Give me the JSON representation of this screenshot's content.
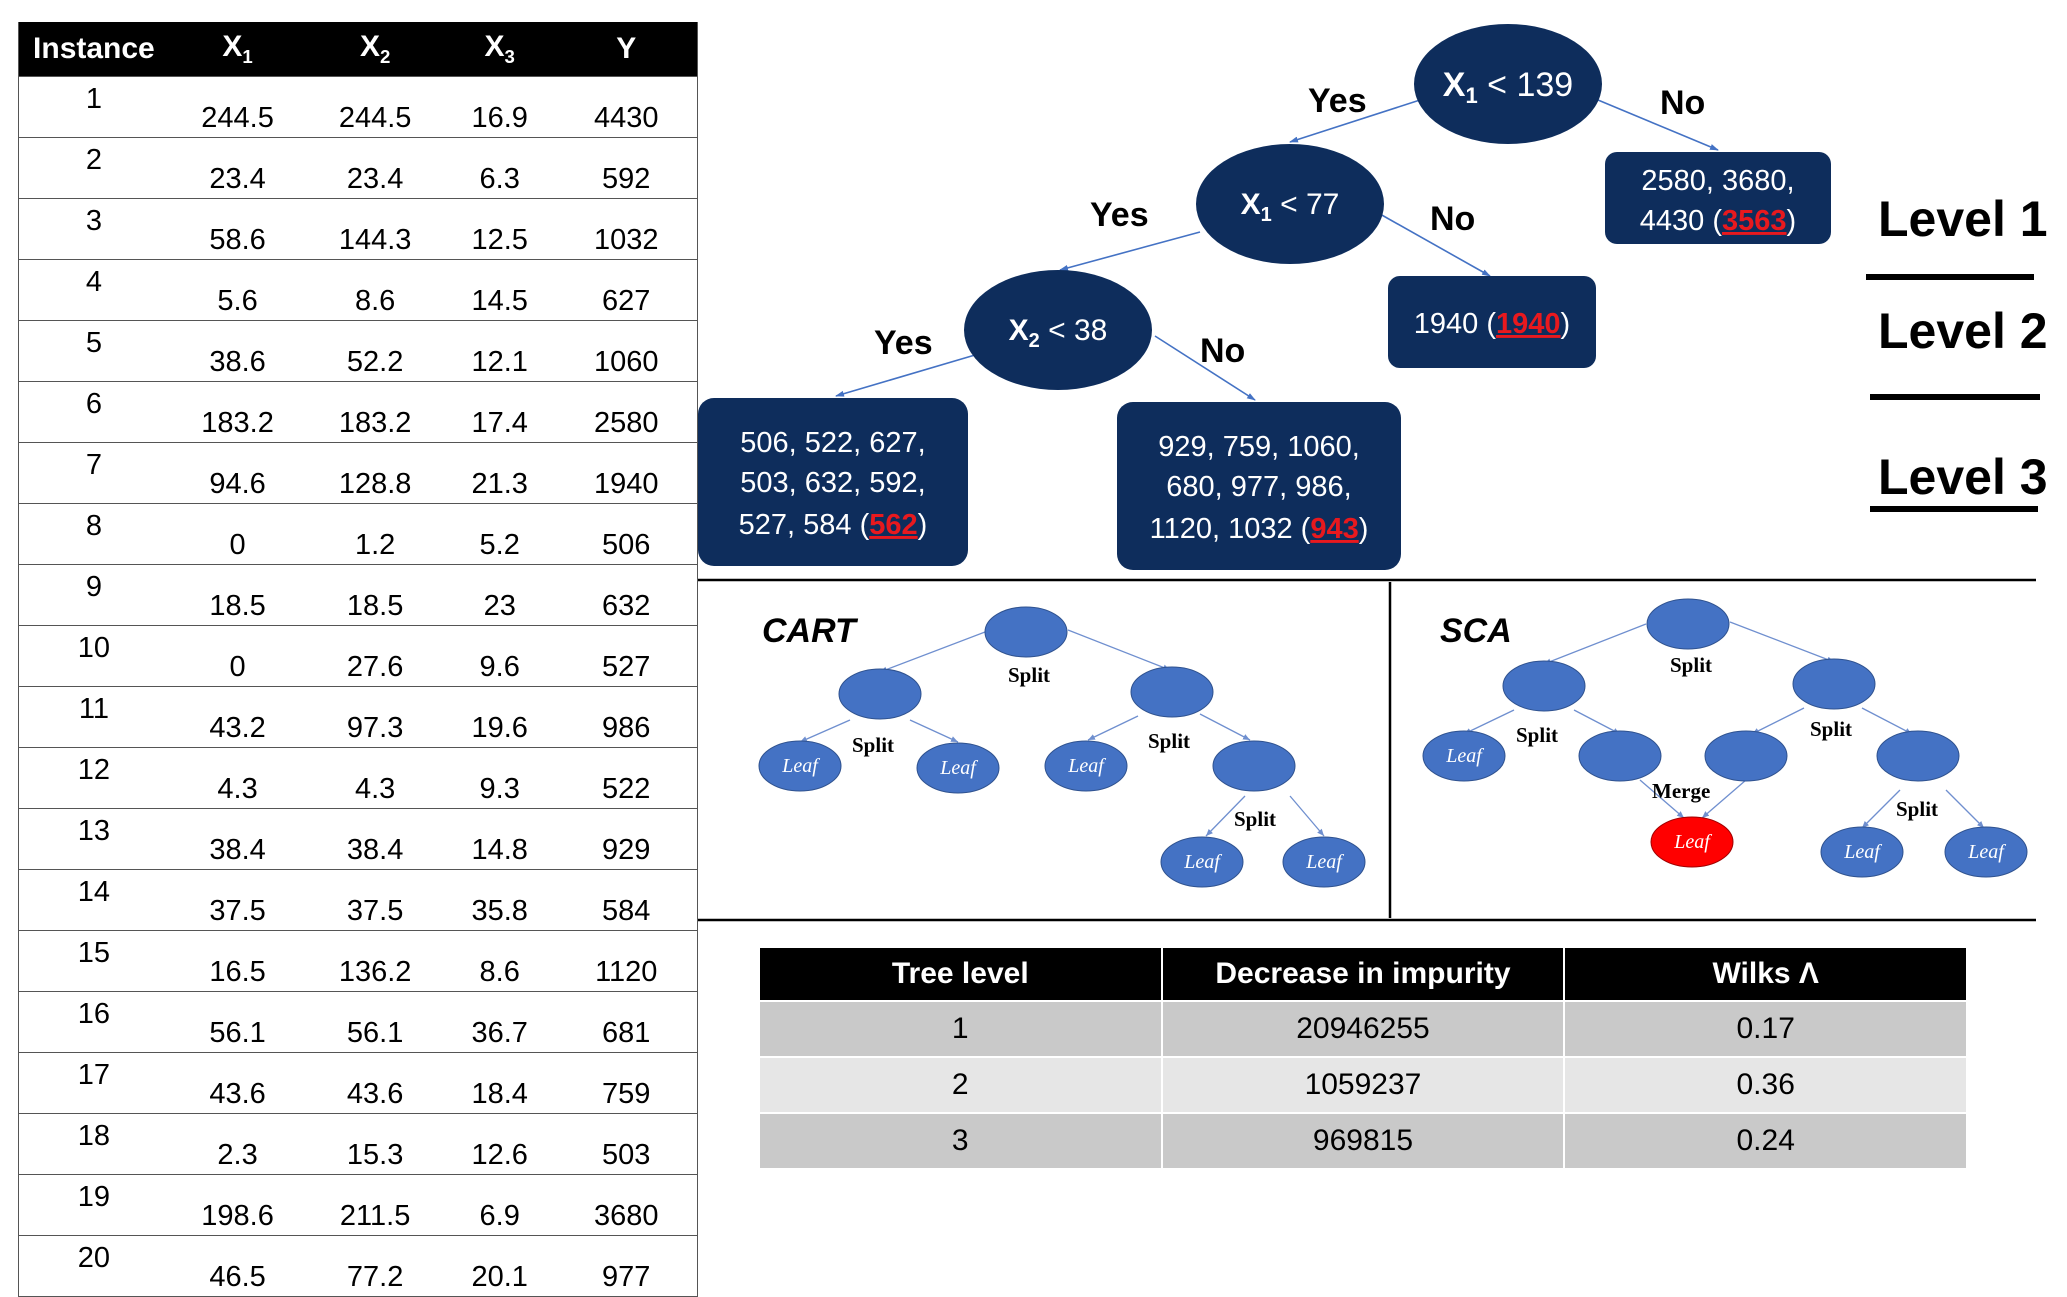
{
  "instance_table": {
    "headers": [
      "Instance",
      "X",
      "X",
      "X",
      "Y"
    ],
    "header_subs": [
      "",
      "1",
      "2",
      "3",
      ""
    ],
    "rows": [
      [
        "1",
        "244.5",
        "244.5",
        "16.9",
        "4430"
      ],
      [
        "2",
        "23.4",
        "23.4",
        "6.3",
        "592"
      ],
      [
        "3",
        "58.6",
        "144.3",
        "12.5",
        "1032"
      ],
      [
        "4",
        "5.6",
        "8.6",
        "14.5",
        "627"
      ],
      [
        "5",
        "38.6",
        "52.2",
        "12.1",
        "1060"
      ],
      [
        "6",
        "183.2",
        "183.2",
        "17.4",
        "2580"
      ],
      [
        "7",
        "94.6",
        "128.8",
        "21.3",
        "1940"
      ],
      [
        "8",
        "0",
        "1.2",
        "5.2",
        "506"
      ],
      [
        "9",
        "18.5",
        "18.5",
        "23",
        "632"
      ],
      [
        "10",
        "0",
        "27.6",
        "9.6",
        "527"
      ],
      [
        "11",
        "43.2",
        "97.3",
        "19.6",
        "986"
      ],
      [
        "12",
        "4.3",
        "4.3",
        "9.3",
        "522"
      ],
      [
        "13",
        "38.4",
        "38.4",
        "14.8",
        "929"
      ],
      [
        "14",
        "37.5",
        "37.5",
        "35.8",
        "584"
      ],
      [
        "15",
        "16.5",
        "136.2",
        "8.6",
        "1120"
      ],
      [
        "16",
        "56.1",
        "56.1",
        "36.7",
        "681"
      ],
      [
        "17",
        "43.6",
        "43.6",
        "18.4",
        "759"
      ],
      [
        "18",
        "2.3",
        "15.3",
        "12.6",
        "503"
      ],
      [
        "19",
        "198.6",
        "211.5",
        "6.9",
        "3680"
      ],
      [
        "20",
        "46.5",
        "77.2",
        "20.1",
        "977"
      ]
    ]
  },
  "tree": {
    "nodes": {
      "root": {
        "var": "X",
        "sub": "1",
        "cond": " < 139"
      },
      "n2": {
        "var": "X",
        "sub": "1",
        "cond": " < 77"
      },
      "n3": {
        "var": "X",
        "sub": "2",
        "cond": " < 38"
      }
    },
    "edge_labels": {
      "yes": "Yes",
      "no": "No"
    },
    "leaves": {
      "l1": {
        "lines": [
          "2580, 3680,",
          "4430 ("
        ],
        "mean": "3563",
        "close": ")"
      },
      "l2": {
        "lines": [
          "1940 ("
        ],
        "mean": "1940",
        "close": ")"
      },
      "l3": {
        "lines": [
          "506, 522, 627,",
          "503, 632, 592,",
          "527, 584 ("
        ],
        "mean": "562",
        "close": ")"
      },
      "l4": {
        "lines": [
          "929, 759, 1060,",
          "680, 977, 986,",
          "1120, 1032 ("
        ],
        "mean": "943",
        "close": ")"
      }
    },
    "colors": {
      "node": "#0e2d5c",
      "text": "#ffffff",
      "mean": "#e8191e"
    }
  },
  "levels": [
    "Level 1",
    "Level 2",
    "Level 3"
  ],
  "cart": {
    "title": "CART",
    "split": "Split",
    "leaf": "Leaf",
    "colors": {
      "node": "#4472c4"
    }
  },
  "sca": {
    "title": "SCA",
    "split": "Split",
    "merge": "Merge",
    "leaf": "Leaf",
    "colors": {
      "node": "#4472c4",
      "merged_leaf": "#ff0000"
    }
  },
  "stats_table": {
    "headers": [
      "Tree level",
      "Decrease in impurity",
      "Wilks Λ"
    ],
    "rows": [
      [
        "1",
        "20946255",
        "0.17"
      ],
      [
        "2",
        "1059237",
        "0.36"
      ],
      [
        "3",
        "969815",
        "0.24"
      ]
    ]
  }
}
